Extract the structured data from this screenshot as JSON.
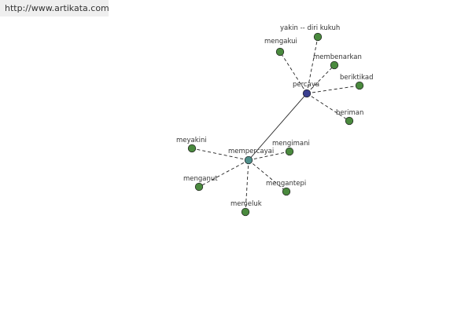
{
  "url": "http://www.artikata.com",
  "colors": {
    "center_node": "#3a3f8f",
    "sub_center_node": "#4f8f8a",
    "leaf_node": "#4a8a3e",
    "edge": "#222222"
  },
  "nodes": [
    {
      "id": "percaya",
      "label": "percaya",
      "role": "center"
    },
    {
      "id": "mempercayai",
      "label": "mempercayai",
      "role": "sub-center"
    },
    {
      "id": "yakin-diri-kukuh",
      "label": "yakin -- diri kukuh",
      "role": "leaf"
    },
    {
      "id": "mengakui",
      "label": "mengakui",
      "role": "leaf"
    },
    {
      "id": "membenarkan",
      "label": "membenarkan",
      "role": "leaf"
    },
    {
      "id": "beriktikad",
      "label": "beriktikad",
      "role": "leaf"
    },
    {
      "id": "beriman",
      "label": "beriman",
      "role": "leaf"
    },
    {
      "id": "meyakini",
      "label": "meyakini",
      "role": "leaf"
    },
    {
      "id": "mengimani",
      "label": "mengimani",
      "role": "leaf"
    },
    {
      "id": "menganut",
      "label": "menganut",
      "role": "leaf"
    },
    {
      "id": "mengantepi",
      "label": "mengantepi",
      "role": "leaf"
    },
    {
      "id": "memeluk",
      "label": "memeluk",
      "role": "leaf"
    }
  ],
  "edges": [
    {
      "from": "percaya",
      "to": "mempercayai",
      "style": "solid"
    },
    {
      "from": "percaya",
      "to": "yakin-diri-kukuh",
      "style": "dashed"
    },
    {
      "from": "percaya",
      "to": "mengakui",
      "style": "dashed"
    },
    {
      "from": "percaya",
      "to": "membenarkan",
      "style": "dashed"
    },
    {
      "from": "percaya",
      "to": "beriktikad",
      "style": "dashed"
    },
    {
      "from": "percaya",
      "to": "beriman",
      "style": "dashed"
    },
    {
      "from": "mempercayai",
      "to": "meyakini",
      "style": "dashed"
    },
    {
      "from": "mempercayai",
      "to": "mengimani",
      "style": "dashed"
    },
    {
      "from": "mempercayai",
      "to": "menganut",
      "style": "dashed"
    },
    {
      "from": "mempercayai",
      "to": "mengantepi",
      "style": "dashed"
    },
    {
      "from": "mempercayai",
      "to": "memeluk",
      "style": "dashed"
    }
  ]
}
